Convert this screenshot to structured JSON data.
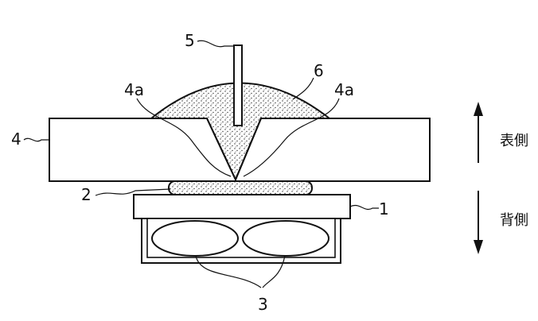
{
  "labels": {
    "part_1": "1",
    "part_2": "2",
    "part_3": "3",
    "part_4": "4",
    "part_4a_left": "4a",
    "part_4a_right": "4a",
    "part_5": "5",
    "part_6": "6"
  },
  "sides": {
    "front": "表側",
    "back": "背側"
  },
  "colors": {
    "line": "#111111",
    "dots": "#333333",
    "background": "#ffffff"
  }
}
